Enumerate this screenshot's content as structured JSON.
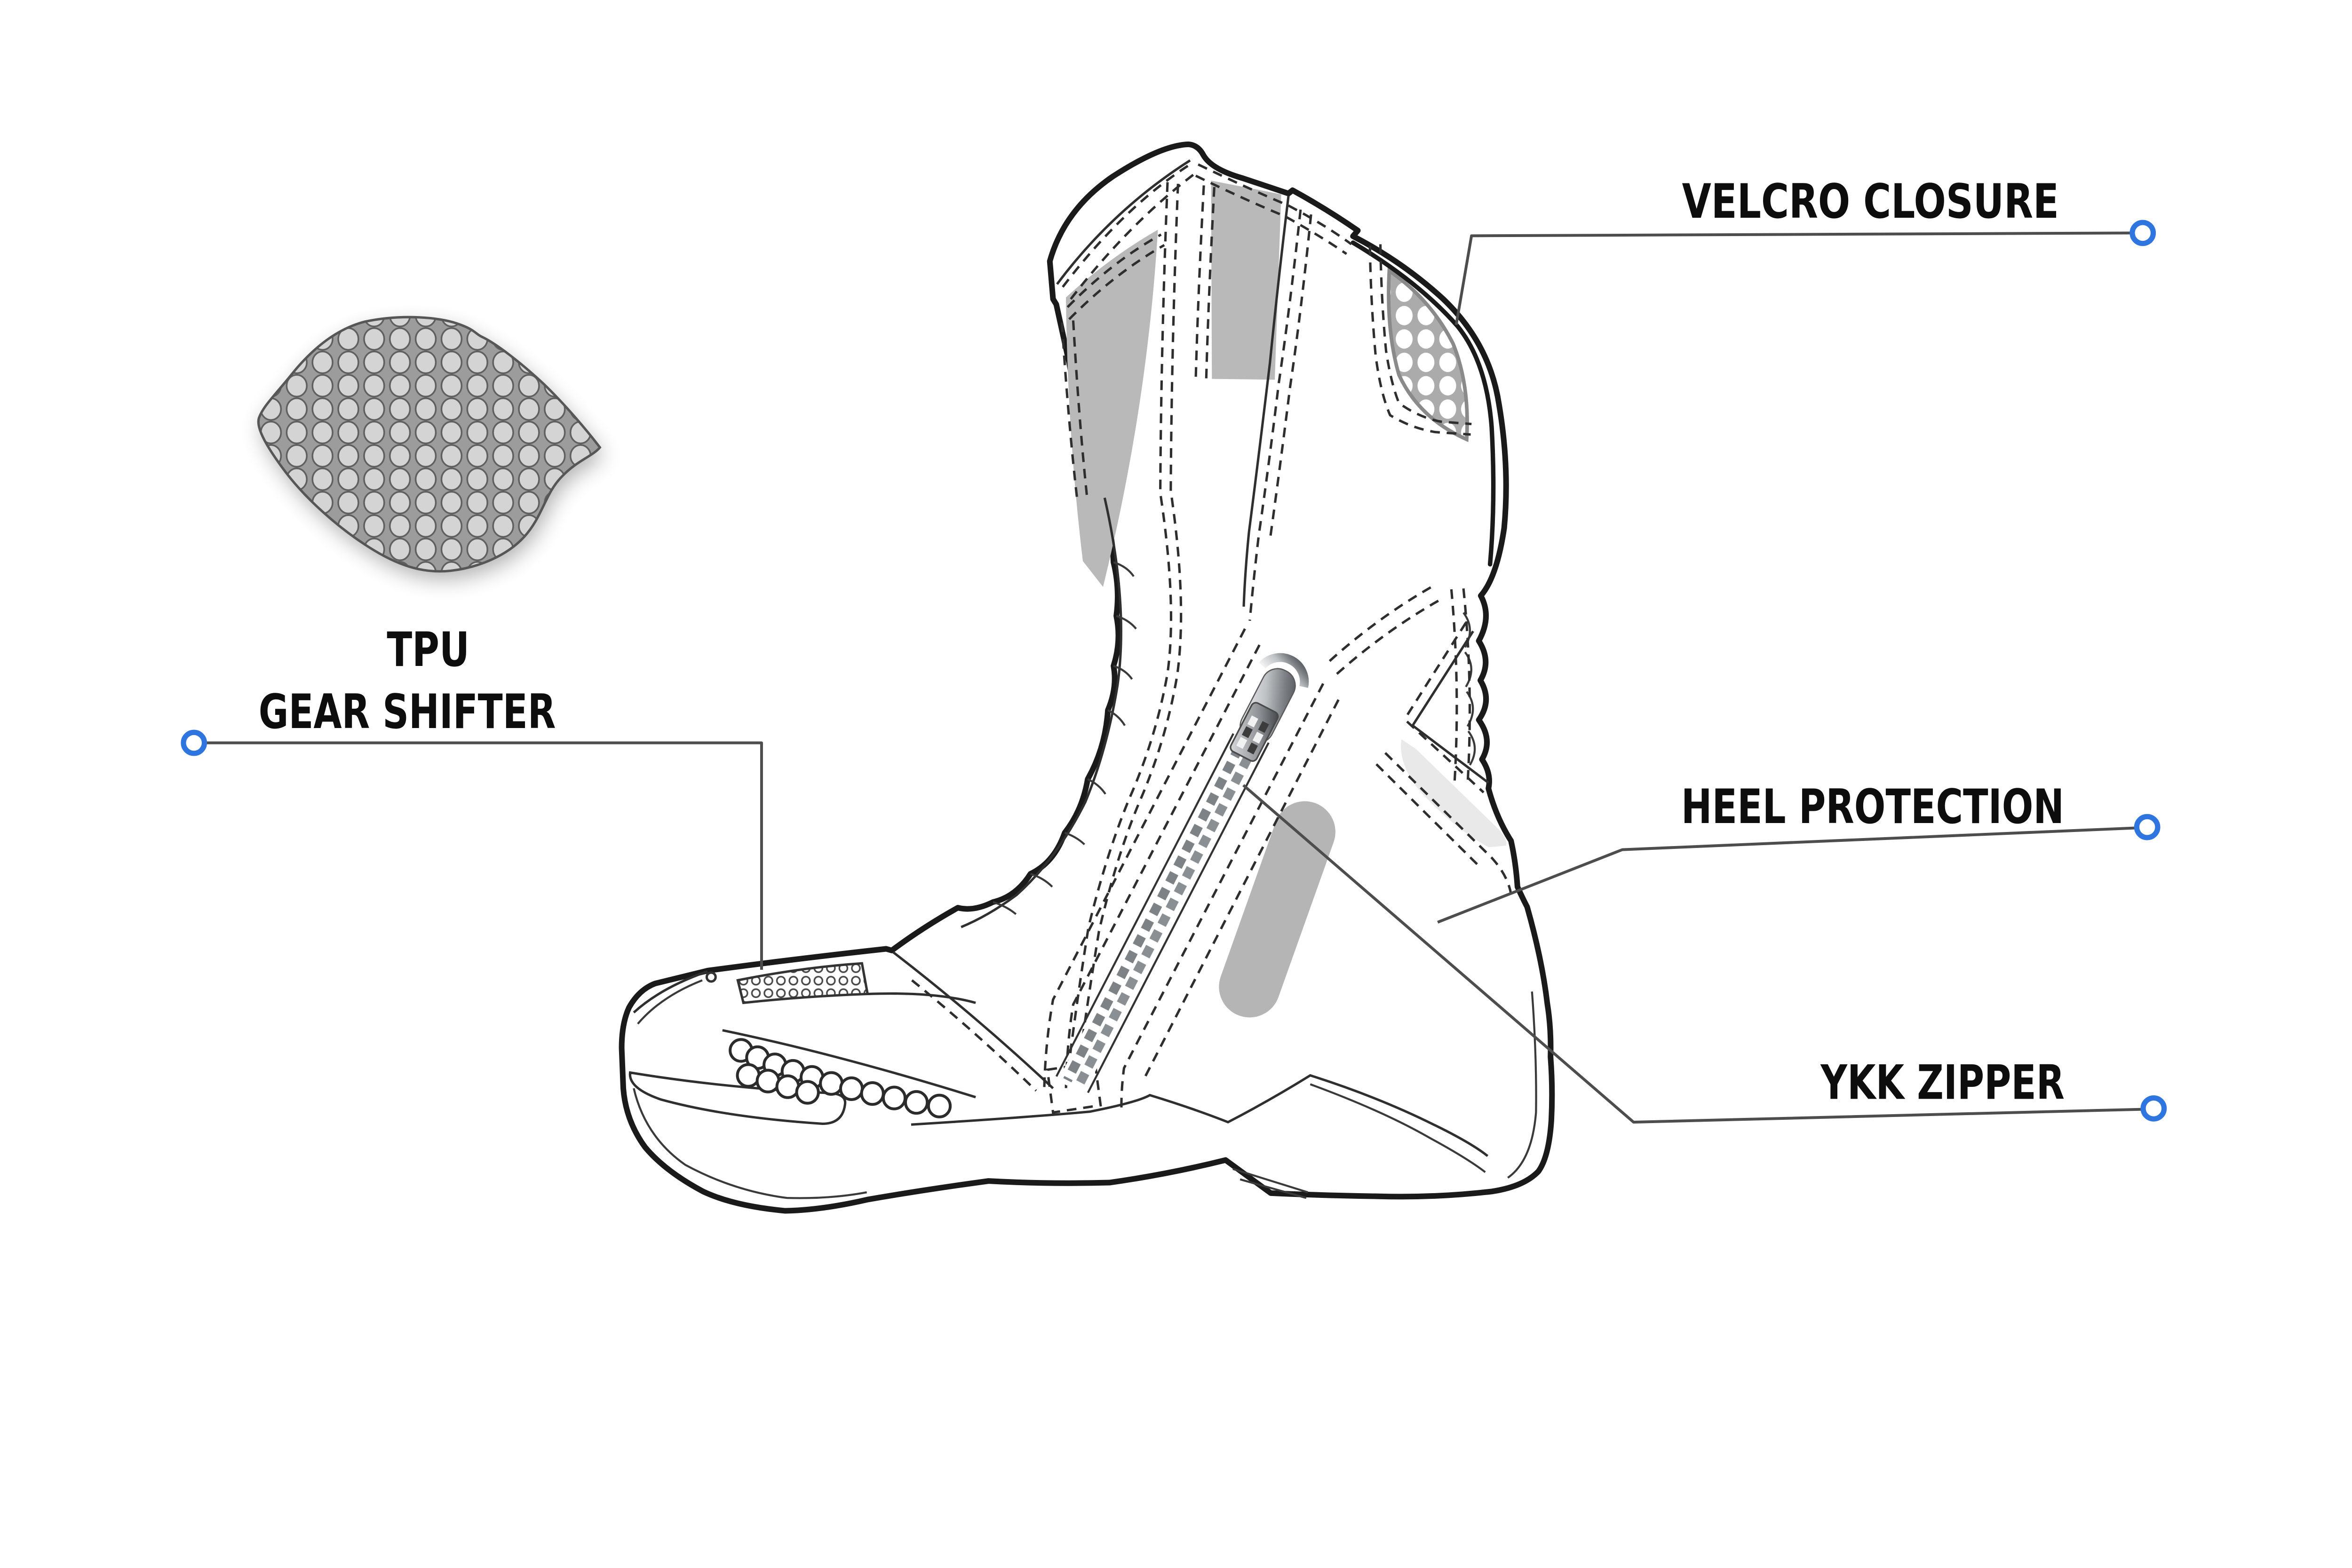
{
  "diagram_title": "boot feature callout diagram",
  "callouts": {
    "velcro": {
      "label": "VELCRO CLOSURE"
    },
    "tpu": {
      "label_line1": "TPU",
      "label_line2": "GEAR SHIFTER"
    },
    "heel": {
      "label": "HEEL PROTECTION"
    },
    "ykk": {
      "label": "YKK ZIPPER"
    }
  },
  "icons": {
    "callout_dot": "ring-dot-icon"
  },
  "colors": {
    "background": "#FFFFFF",
    "text": "#0D0D0D",
    "outline": "#1A1A1A",
    "leader_line": "#4D4D4D",
    "callout_dot": "#2F75E0",
    "panel_gray": "#B9B9B9",
    "pad_gray": "#9C9C9C",
    "pad_dot_gray": "#D4D4D4",
    "light_gray_strip": "#E9E9E9",
    "mesh_gray": "#ABABAB"
  }
}
